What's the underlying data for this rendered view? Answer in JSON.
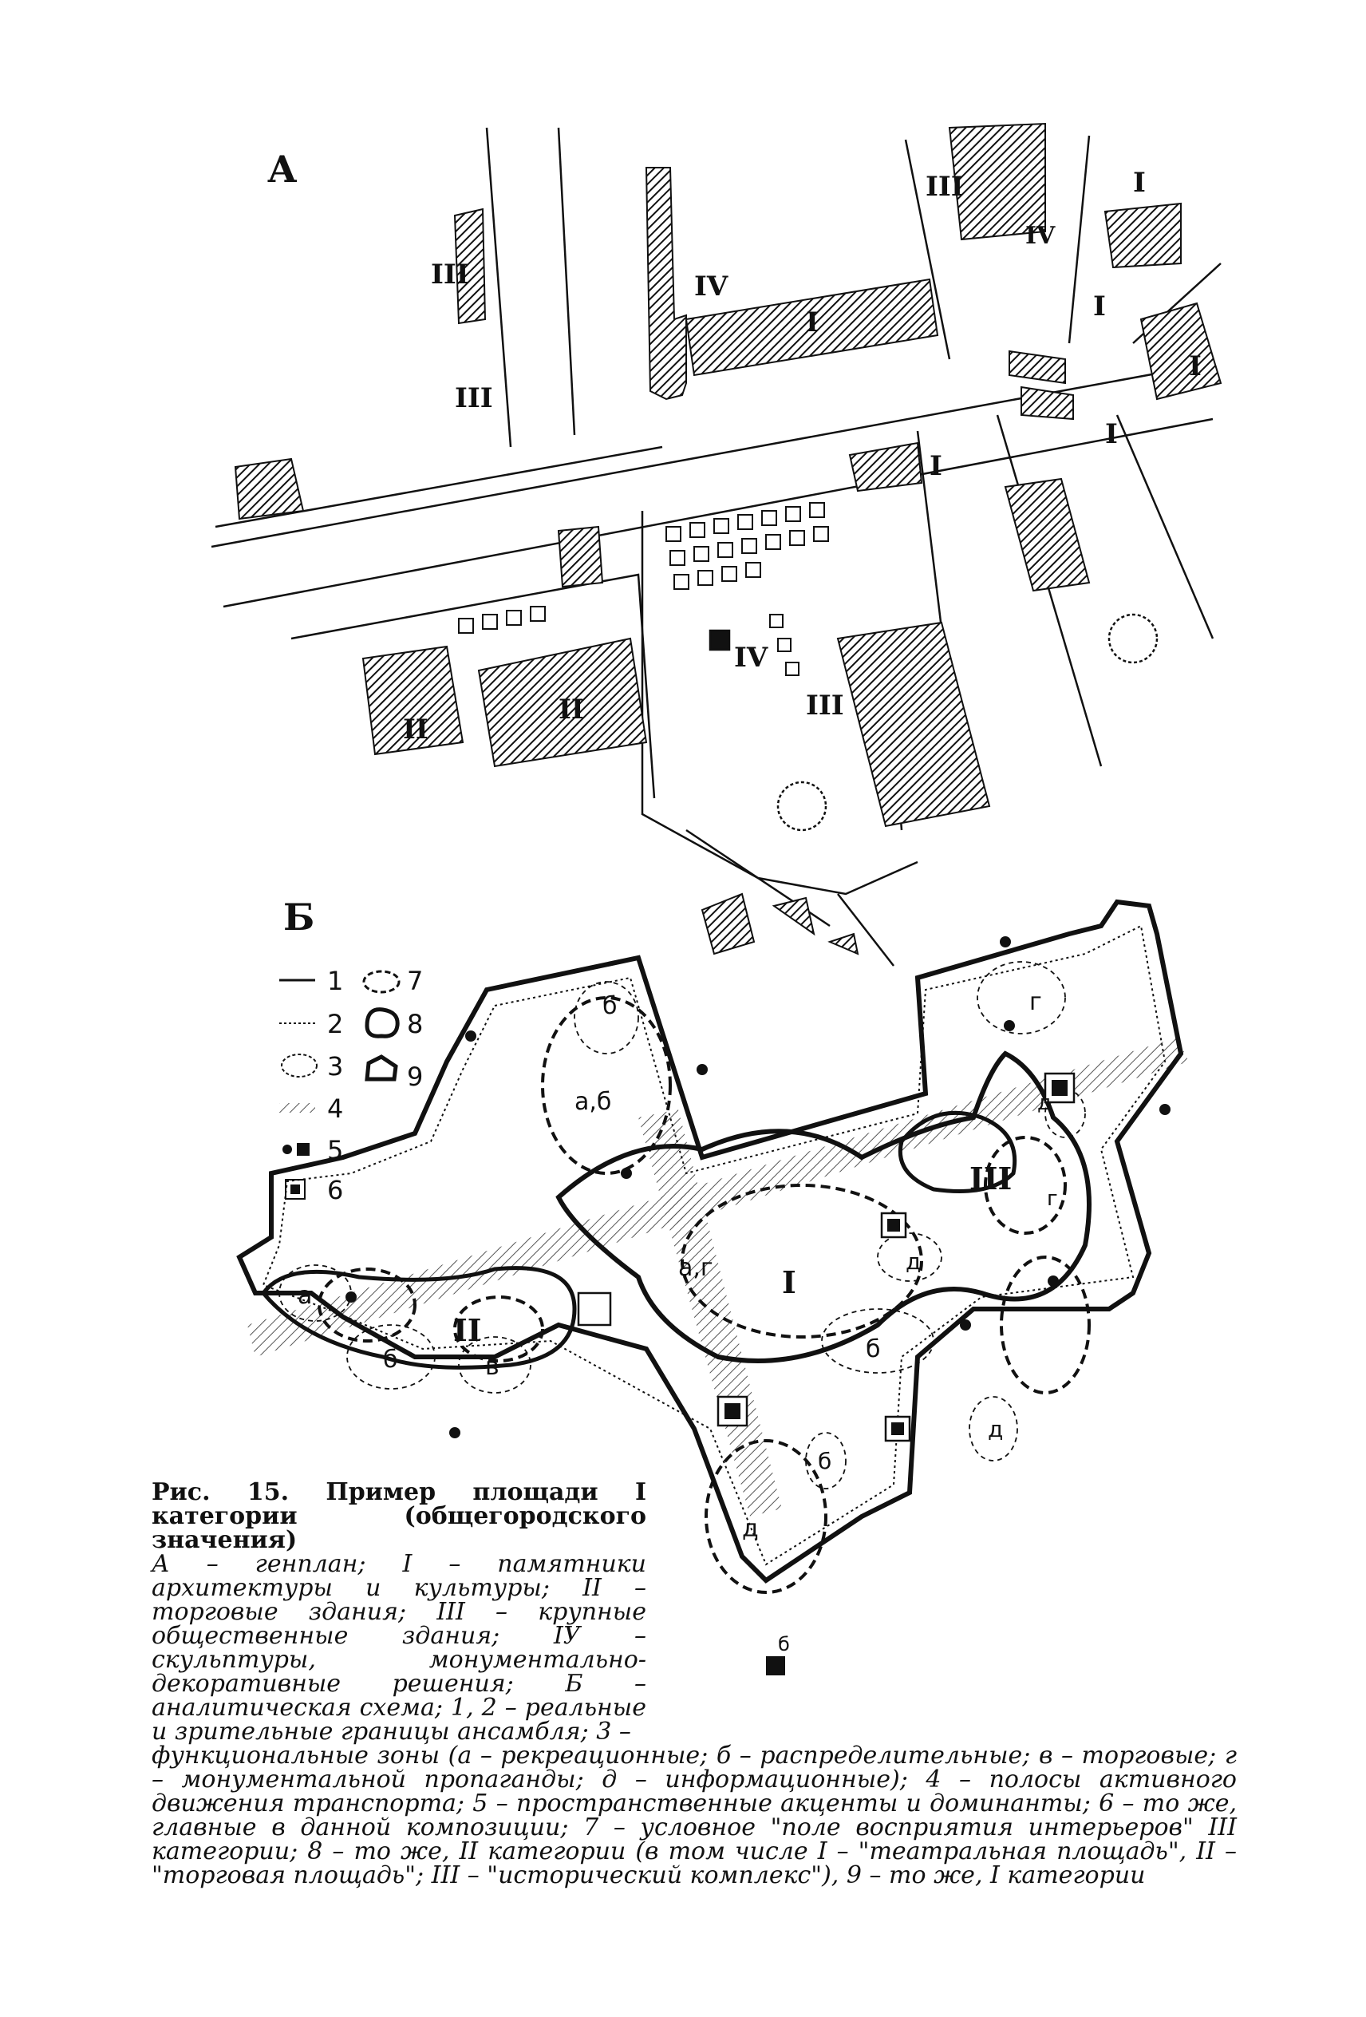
{
  "figure": {
    "panel_a_label": "А",
    "panel_b_label": "Б",
    "map_a_labels": [
      "I",
      "I",
      "I",
      "I",
      "I",
      "I",
      "II",
      "II",
      "III",
      "III",
      "III",
      "III",
      "IV",
      "IV",
      "IV"
    ],
    "legend": [
      {
        "num": "1"
      },
      {
        "num": "2"
      },
      {
        "num": "3"
      },
      {
        "num": "4"
      },
      {
        "num": "5"
      },
      {
        "num": "6"
      },
      {
        "num": "7"
      },
      {
        "num": "8"
      },
      {
        "num": "9"
      }
    ],
    "map_b_zone_labels": [
      "а,б",
      "б",
      "а",
      "б",
      "в",
      "а,г",
      "б",
      "г",
      "д",
      "д",
      "д",
      "д",
      "б",
      "б"
    ],
    "map_b_roman_labels": [
      "I",
      "II",
      "III"
    ]
  },
  "caption": {
    "title": "Рис. 15. Пример площади I категории (общегородского значения)",
    "lines_narrow": [
      "А – генплан; I – памятники архитектуры и культуры; II – торговые здания; III – крупные общественные здания; IУ – скульптуры, монументально-декоративные решения; Б – аналитическая схема; 1, 2 – реальные и зрительные границы ансамбля; 3 –"
    ],
    "lines_wide": "функциональные зоны (а – рекреационные; б – распределительные; в – торговые; г – монументальной пропаганды; д – информационные); 4 – полосы активного движения транспорта; 5 – пространственные акценты и доминанты; 6 – то же, главные в данной композиции; 7 – условное \"поле восприятия интерьеров\" III категории; 8 – то же, II категории (в том числе I – \"театральная площадь\", II – \"торговая площадь\"; III – \"исторический комплекс\"), 9 – то же, I категории"
  }
}
